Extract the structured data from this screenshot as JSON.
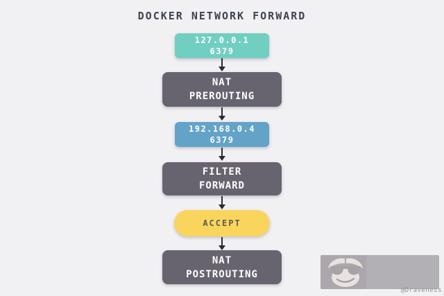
{
  "title": "DOCKER NETWORK FORWARD",
  "flow": {
    "connector_style": "dashed-arrow-down",
    "nodes": [
      {
        "id": "host-endpoint",
        "kind": "address",
        "lines": [
          "127.0.0.1",
          "6379"
        ],
        "color": "#71cfc1"
      },
      {
        "id": "nat-prerouting",
        "kind": "chain",
        "lines": [
          "NAT",
          "PREROUTING"
        ],
        "color": "#67646f"
      },
      {
        "id": "container-endpoint",
        "kind": "address",
        "lines": [
          "192.168.0.4",
          "6379"
        ],
        "color": "#64a3c8"
      },
      {
        "id": "filter-forward",
        "kind": "chain",
        "lines": [
          "FILTER",
          "FORWARD"
        ],
        "color": "#67646f"
      },
      {
        "id": "accept-verdict",
        "kind": "verdict",
        "lines": [
          "ACCEPT"
        ],
        "color": "#fad55e"
      },
      {
        "id": "nat-postrouting",
        "kind": "chain",
        "lines": [
          "NAT",
          "POSTROUTING"
        ],
        "color": "#67646f"
      }
    ]
  },
  "watermark": {
    "icon": "monkey-with-sunglasses-avatar",
    "credit": "@Draveness"
  },
  "colors": {
    "background": "#f1f0f3",
    "title_text": "#3d4350",
    "address_teal": "#71cfc1",
    "address_blue": "#64a3c8",
    "chain_slate": "#67646f",
    "verdict_yellow": "#fad55e",
    "verdict_text": "#5f5a4e",
    "arrow": "#2a2a2f",
    "watermark_bg": "#b2afb5",
    "credit_text": "#8f8d96"
  }
}
